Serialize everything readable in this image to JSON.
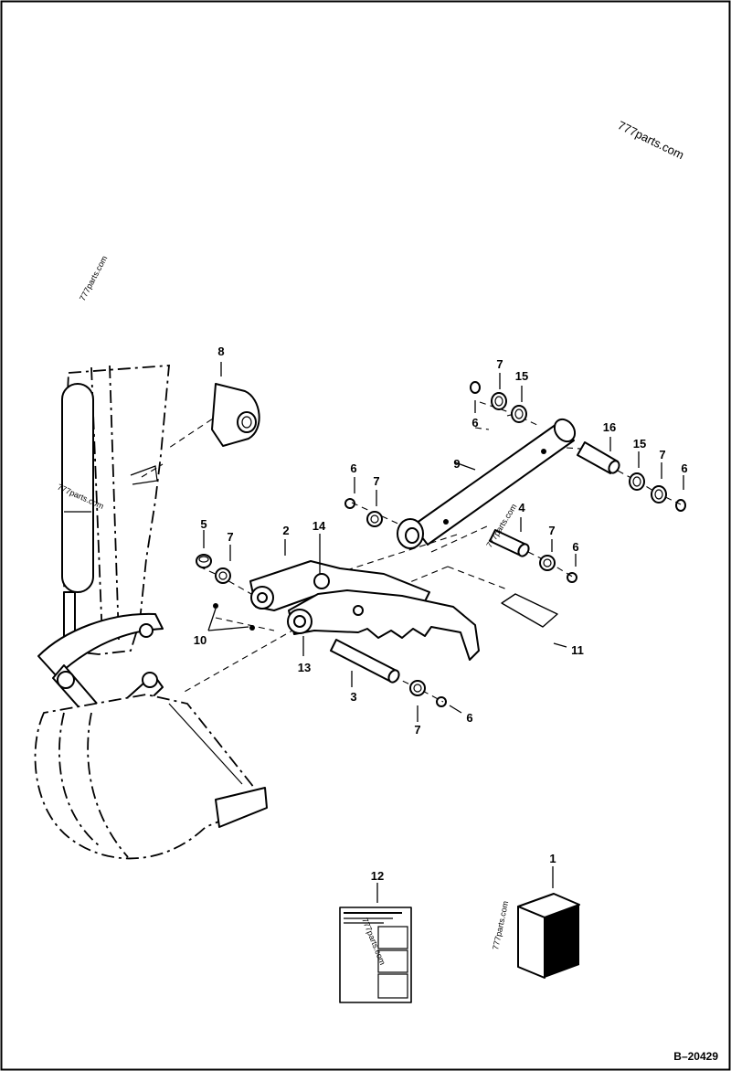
{
  "drawing": {
    "reference": "B–20429",
    "watermark": "777parts.com",
    "callouts": [
      {
        "id": "c1",
        "label": "1"
      },
      {
        "id": "c2",
        "label": "2"
      },
      {
        "id": "c3",
        "label": "3"
      },
      {
        "id": "c4",
        "label": "4"
      },
      {
        "id": "c5",
        "label": "5"
      },
      {
        "id": "c6a",
        "label": "6"
      },
      {
        "id": "c6b",
        "label": "6"
      },
      {
        "id": "c6c",
        "label": "6"
      },
      {
        "id": "c6d",
        "label": "6"
      },
      {
        "id": "c6e",
        "label": "6"
      },
      {
        "id": "c7a",
        "label": "7"
      },
      {
        "id": "c7b",
        "label": "7"
      },
      {
        "id": "c7c",
        "label": "7"
      },
      {
        "id": "c7d",
        "label": "7"
      },
      {
        "id": "c7e",
        "label": "7"
      },
      {
        "id": "c7f",
        "label": "7"
      },
      {
        "id": "c8",
        "label": "8"
      },
      {
        "id": "c9",
        "label": "9"
      },
      {
        "id": "c10",
        "label": "10"
      },
      {
        "id": "c11",
        "label": "11"
      },
      {
        "id": "c12",
        "label": "12"
      },
      {
        "id": "c13",
        "label": "13"
      },
      {
        "id": "c14",
        "label": "14"
      },
      {
        "id": "c15a",
        "label": "15"
      },
      {
        "id": "c15b",
        "label": "15"
      },
      {
        "id": "c16",
        "label": "16"
      }
    ]
  }
}
